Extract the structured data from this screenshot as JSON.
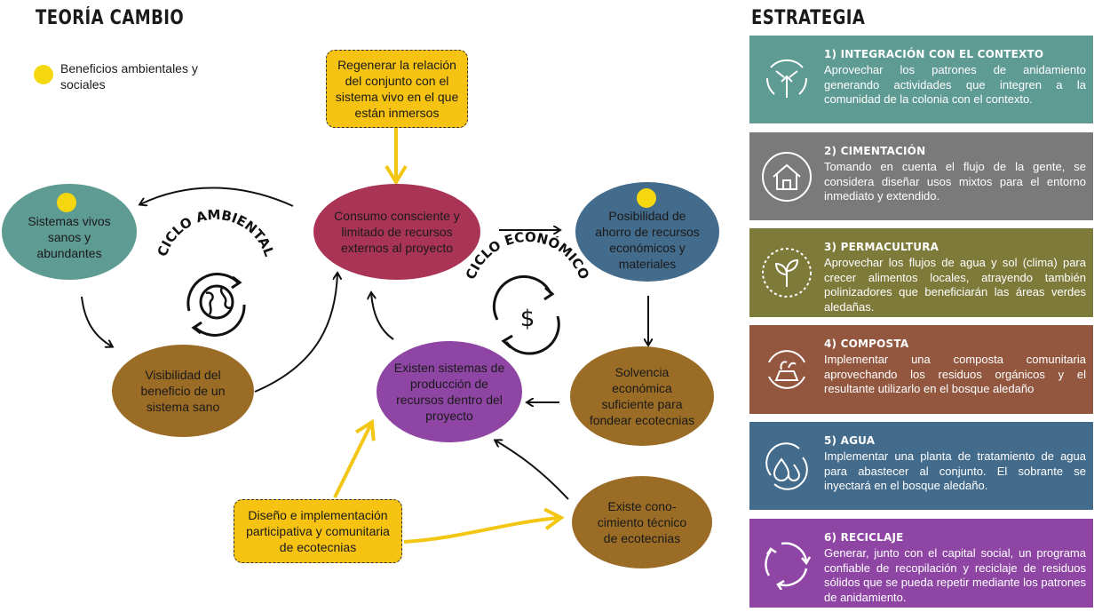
{
  "left": {
    "title": "TEORÍA CAMBIO",
    "legend": {
      "label": "Beneficios ambientales y sociales",
      "color": "#f5d70f"
    },
    "cycle_environmental": "CICLO AMBIENTAL",
    "cycle_economic": "CICLO ECONÓMICO",
    "nodes": {
      "regenerar": "Regenerar la relación del conjunto con el sistema vivo en el que están inmersos",
      "sistemas_vivos": "Sistemas vivos sanos y abundantes",
      "consumo": "Consumo consciente y limitado de recursos externos al proyecto",
      "posibilidad": "Posibilidad de ahorro de recursos económicos y materiales",
      "visibilidad": "Visibilidad del beneficio de un sistema sano",
      "existen": "Existen sistemas de producción de recursos dentro del proyecto",
      "solvencia": "Solvencia económica suficiente para fondear ecotecnias",
      "diseno": "Diseño e implementación participativa y comunitaria de ecotecnias",
      "conocimiento": "Existe cono­cimiento técnico de ecotecnias"
    }
  },
  "right": {
    "title": "ESTRATEGIA",
    "cards": [
      {
        "title": "1) INTEGRACIÓN CON EL CONTEXTO",
        "body": "Aprovechar los patrones de anidamiento generando actividades que integren a la comunidad de la colonia con el contexto.",
        "color": "#5e9b93",
        "icon": "converging-arrows-icon"
      },
      {
        "title": "2) CIMENTACIÓN",
        "body": "Tomando en cuenta el flujo de la gente, se considera diseñar usos mixtos para el entorno inmediato y extendido.",
        "color": "#7a7a7a",
        "icon": "house-icon"
      },
      {
        "title": "3) PERMACULTURA",
        "body": "Aprovechar los flujos de agua y sol (clima) para crecer alimentos locales, atrayendo también polinizadores que beneficiarán las áreas verdes aledañas.",
        "color": "#7e7a3a",
        "icon": "sprout-icon"
      },
      {
        "title": "4) COMPOSTA",
        "body": "Implementar una composta comunitaria aprovechando los residuos orgánicos y el resultante utilizarlo en el bosque aledaño",
        "color": "#93573f",
        "icon": "compost-icon"
      },
      {
        "title": "5) AGUA",
        "body": "Implementar una planta de tratamiento de agua para abastecer al conjunto. El sobrante se inyectará en el bosque aledaño.",
        "color": "#436b8c",
        "icon": "water-drops-icon"
      },
      {
        "title": "6) RECICLAJE",
        "body": "Generar, junto con el capital social, un programa confiable de recopilación y reciclaje de residuos sólidos que se pueda repetir mediante los patrones de anidamiento.",
        "color": "#8e45a4",
        "icon": "recycle-icon"
      }
    ]
  }
}
